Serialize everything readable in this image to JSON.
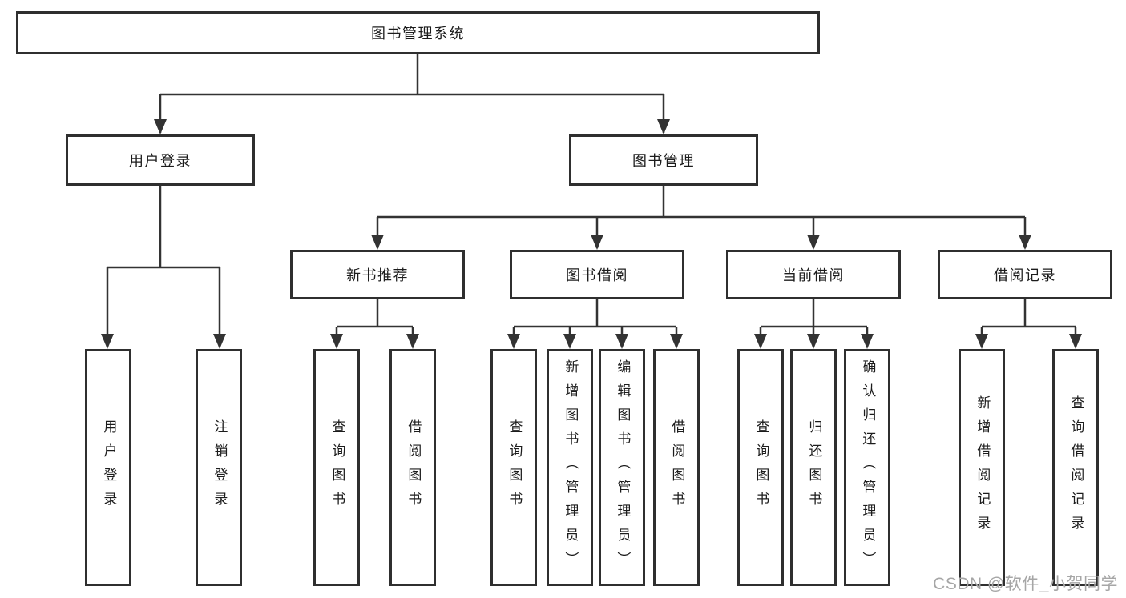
{
  "diagram": {
    "colors": {
      "line": "#333333",
      "border": "#2f2f2f",
      "text": "#1c1c1c",
      "background": "#ffffff",
      "watermark": "#a6a6a6"
    },
    "watermark": "CSDN @软件_小贺同学",
    "tree": {
      "label": "图书管理系统",
      "children": [
        {
          "label": "用户登录",
          "children": [
            {
              "label": "用户登录"
            },
            {
              "label": "注销登录"
            }
          ]
        },
        {
          "label": "图书管理",
          "children": [
            {
              "label": "新书推荐",
              "children": [
                {
                  "label": "查询图书"
                },
                {
                  "label": "借阅图书"
                }
              ]
            },
            {
              "label": "图书借阅",
              "children": [
                {
                  "label": "查询图书"
                },
                {
                  "label": "新增图书（管理员）"
                },
                {
                  "label": "编辑图书（管理员）"
                },
                {
                  "label": "借阅图书"
                }
              ]
            },
            {
              "label": "当前借阅",
              "children": [
                {
                  "label": "查询图书"
                },
                {
                  "label": "归还图书"
                },
                {
                  "label": "确认归还（管理员）"
                }
              ]
            },
            {
              "label": "借阅记录",
              "children": [
                {
                  "label": "新增借阅记录"
                },
                {
                  "label": "查询借阅记录"
                }
              ]
            }
          ]
        }
      ]
    }
  }
}
